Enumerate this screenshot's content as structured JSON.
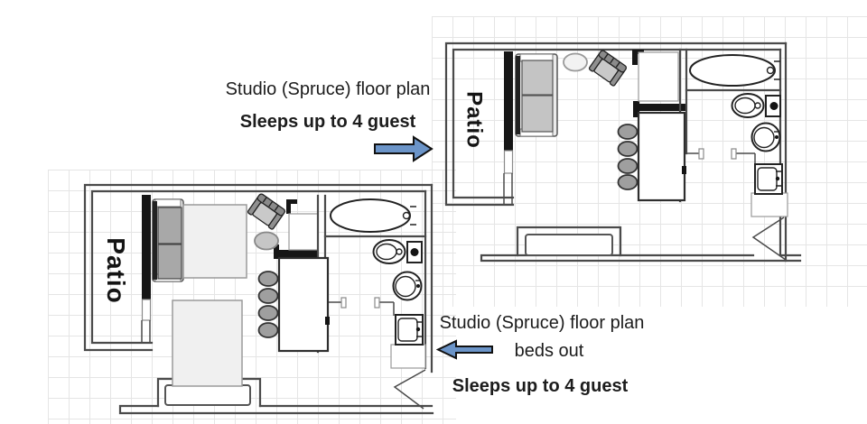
{
  "captions": {
    "top": {
      "line1": "Studio (Spruce) floor plan",
      "line2": "Sleeps up to 4 guest"
    },
    "bottom": {
      "line1": "Studio (Spruce) floor plan",
      "line2": "beds out",
      "line3": "Sleeps up to 4 guest"
    }
  },
  "plans": {
    "top": {
      "patio_label": "Patio"
    },
    "bottom": {
      "patio_label": "Patio"
    }
  },
  "colors": {
    "arrow_fill": "#6b94c8",
    "arrow_outline": "#111111",
    "wall": "#4a4a4a",
    "wall_dark": "#161616",
    "fixture_outline": "#222222",
    "furniture_gray": "#9f9f9f",
    "bed_fill": "#f0f0f0",
    "grid_line": "#e5e5e5",
    "text": "#1c1c1c"
  }
}
